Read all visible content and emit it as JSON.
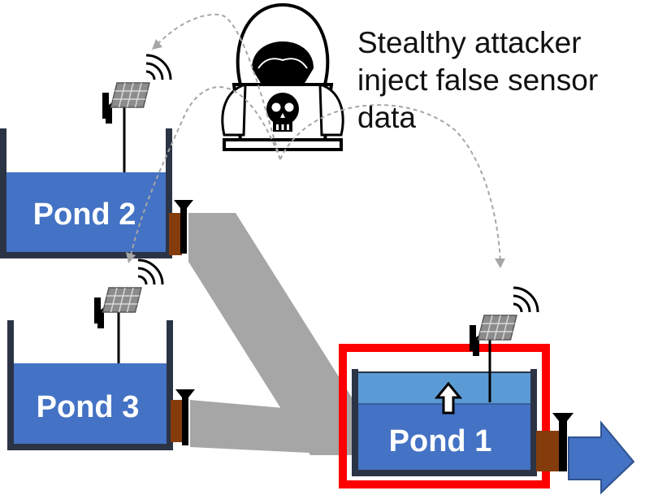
{
  "caption": {
    "lines": [
      "Stealthy attacker",
      "inject false sensor",
      "data"
    ]
  },
  "ponds": {
    "pond2": "Pond 2",
    "pond3": "Pond 3",
    "pond1": "Pond 1"
  },
  "colors": {
    "water": "#4472c4",
    "water_light": "#5b9bd5",
    "tank_wall": "#2b3445",
    "pipe": "#a6a6a6",
    "valve_stem": "#843c0c",
    "alert_frame": "#ff0000",
    "outflow_arrow": "#4472c4",
    "attack_path": "#a6a6a6"
  },
  "icons": [
    "hacker-icon",
    "skull-icon",
    "solar-panel-icon",
    "wireless-signal-icon",
    "sensor-post-icon",
    "valve-icon",
    "up-arrow-icon",
    "outflow-arrow-icon"
  ]
}
